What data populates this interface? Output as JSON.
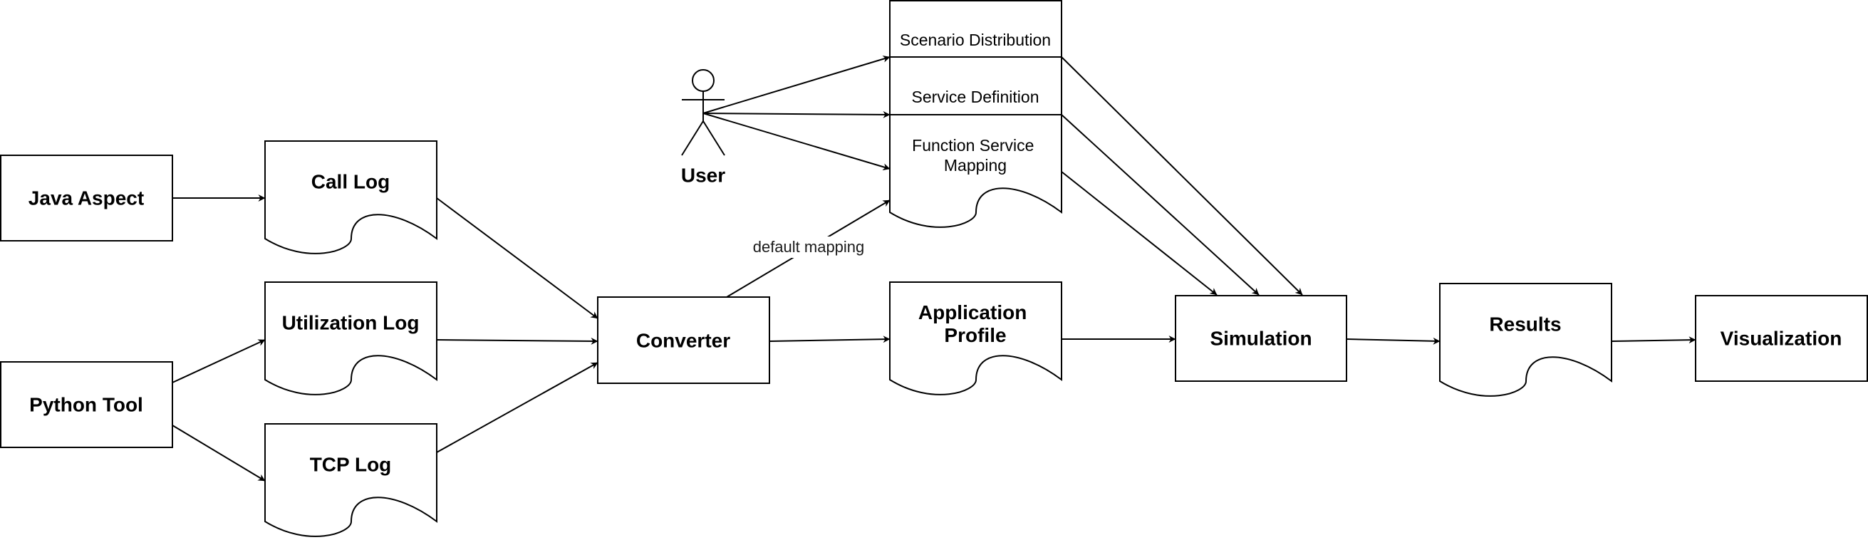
{
  "nodes": {
    "java_aspect": "Java Aspect",
    "python_tool": "Python Tool",
    "call_log": "Call Log",
    "utilization_log": "Utilization Log",
    "tcp_log": "TCP Log",
    "converter": "Converter",
    "user": "User",
    "scenario_distribution": "Scenario Distribution",
    "service_definition": "Service Definition",
    "function_service_mapping": [
      "Function Service",
      "Mapping"
    ],
    "application_profile": [
      "Application",
      "Profile"
    ],
    "simulation": "Simulation",
    "results": "Results",
    "visualization": "Visualization"
  },
  "edges": {
    "default_mapping": "default mapping"
  },
  "colors": {
    "stroke": "#000000",
    "fill": "#ffffff"
  }
}
